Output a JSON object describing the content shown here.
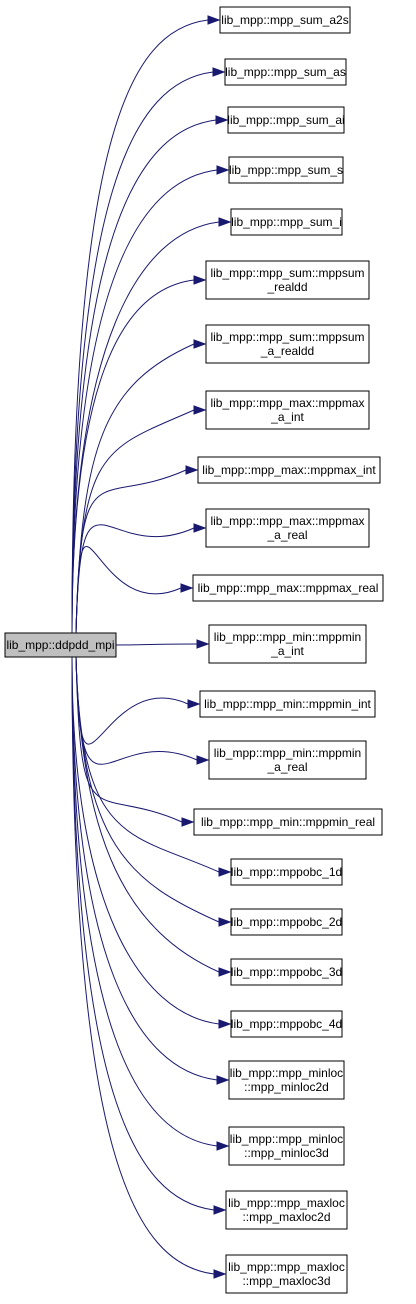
{
  "graph": {
    "root": {
      "label": "lib_mpp::ddpdd_mpi"
    },
    "callees": [
      {
        "lines": [
          "lib_mpp::mpp_sum_a2s"
        ]
      },
      {
        "lines": [
          "lib_mpp::mpp_sum_as"
        ]
      },
      {
        "lines": [
          "lib_mpp::mpp_sum_ai"
        ]
      },
      {
        "lines": [
          "lib_mpp::mpp_sum_s"
        ]
      },
      {
        "lines": [
          "lib_mpp::mpp_sum_i"
        ]
      },
      {
        "lines": [
          "lib_mpp::mpp_sum::mppsum",
          "_realdd"
        ]
      },
      {
        "lines": [
          "lib_mpp::mpp_sum::mppsum",
          "_a_realdd"
        ]
      },
      {
        "lines": [
          "lib_mpp::mpp_max::mppmax",
          "_a_int"
        ]
      },
      {
        "lines": [
          "lib_mpp::mpp_max::mppmax_int"
        ]
      },
      {
        "lines": [
          "lib_mpp::mpp_max::mppmax",
          "_a_real"
        ]
      },
      {
        "lines": [
          "lib_mpp::mpp_max::mppmax_real"
        ]
      },
      {
        "lines": [
          "lib_mpp::mpp_min::mppmin",
          "_a_int"
        ]
      },
      {
        "lines": [
          "lib_mpp::mpp_min::mppmin_int"
        ]
      },
      {
        "lines": [
          "lib_mpp::mpp_min::mppmin",
          "_a_real"
        ]
      },
      {
        "lines": [
          "lib_mpp::mpp_min::mppmin_real"
        ]
      },
      {
        "lines": [
          "lib_mpp::mppobc_1d"
        ]
      },
      {
        "lines": [
          "lib_mpp::mppobc_2d"
        ]
      },
      {
        "lines": [
          "lib_mpp::mppobc_3d"
        ]
      },
      {
        "lines": [
          "lib_mpp::mppobc_4d"
        ]
      },
      {
        "lines": [
          "lib_mpp::mpp_minloc",
          "::mpp_minloc2d"
        ]
      },
      {
        "lines": [
          "lib_mpp::mpp_minloc",
          "::mpp_minloc3d"
        ]
      },
      {
        "lines": [
          "lib_mpp::mpp_maxloc",
          "::mpp_maxloc2d"
        ]
      },
      {
        "lines": [
          "lib_mpp::mpp_maxloc",
          "::mpp_maxloc3d"
        ]
      }
    ],
    "colors": {
      "edge": "#191970",
      "root_fill": "#bfbfbf",
      "node_fill": "#ffffff",
      "border": "#000000"
    }
  }
}
